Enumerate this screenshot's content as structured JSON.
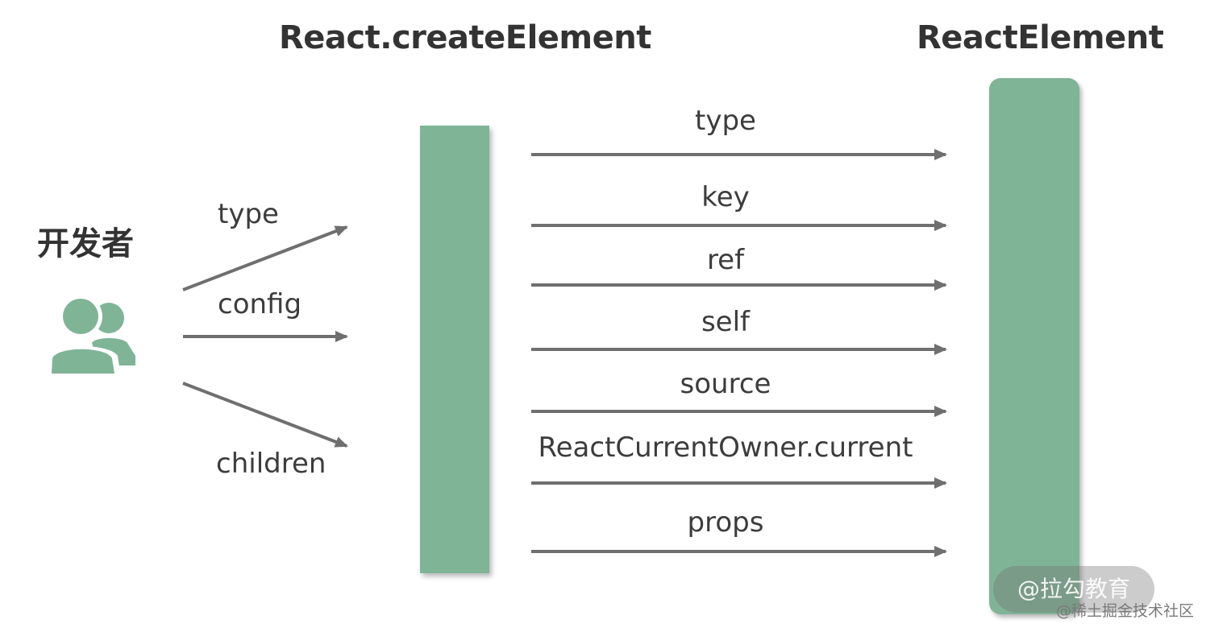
{
  "titles": {
    "create_element": "React.createElement",
    "react_element": "ReactElement"
  },
  "developer": {
    "label": "开发者",
    "icon": "users-icon",
    "color": "#80b497"
  },
  "inputs": [
    "type",
    "config",
    "children"
  ],
  "outputs": [
    "type",
    "key",
    "ref",
    "self",
    "source",
    "ReactCurrentOwner.current",
    "props"
  ],
  "colors": {
    "bar": "#80b497",
    "arrow": "#6f6f6f",
    "text": "#3c3c3c"
  },
  "watermark": {
    "badge": "@拉勾教育",
    "site": "@稀土掘金技术社区"
  }
}
